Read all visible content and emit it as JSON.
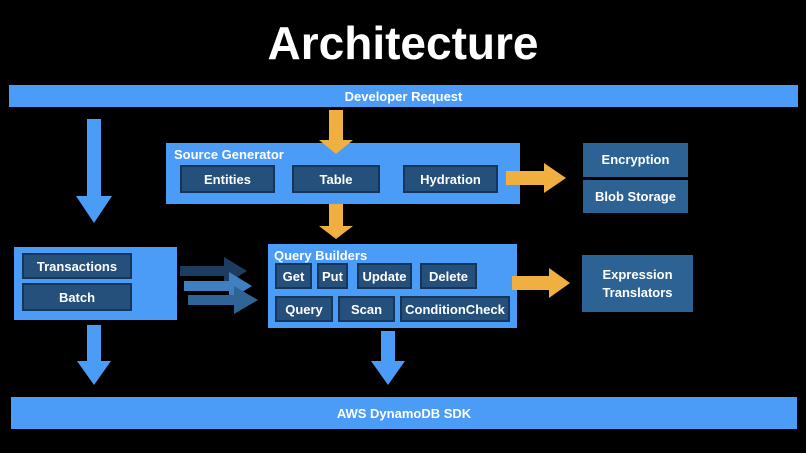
{
  "title": "Architecture",
  "bars": {
    "developer_request": "Developer Request",
    "aws_sdk": "AWS DynamoDB SDK"
  },
  "source_generator": {
    "label": "Source Generator",
    "items": [
      {
        "label": "Entities"
      },
      {
        "label": "Table"
      },
      {
        "label": "Hydration"
      }
    ]
  },
  "query_builders": {
    "label": "Query Builders",
    "row1": [
      {
        "label": "Get"
      },
      {
        "label": "Put"
      },
      {
        "label": "Update"
      },
      {
        "label": "Delete"
      }
    ],
    "row2": [
      {
        "label": "Query"
      },
      {
        "label": "Scan"
      },
      {
        "label": "ConditionCheck"
      }
    ]
  },
  "client_ops": {
    "items": [
      {
        "label": "Transactions"
      },
      {
        "label": "Batch"
      }
    ]
  },
  "outputs": {
    "encryption": "Encryption",
    "blob_storage": "Blob Storage",
    "expression_lines": [
      "Expression",
      "Translators"
    ]
  },
  "colors": {
    "background": "#000000",
    "accent_blue": "#4A9CF7",
    "inner_box_navy": "#24507B",
    "inner_box_border": "#15365A",
    "side_box_steel": "#2D6394",
    "arrow_yellow": "#EFAF41",
    "arrow_dark_navy": "#1C3C60",
    "arrow_steel_light": "#4080C0",
    "arrow_steel_mid": "#2E6496",
    "text": "#FFFFFF"
  }
}
